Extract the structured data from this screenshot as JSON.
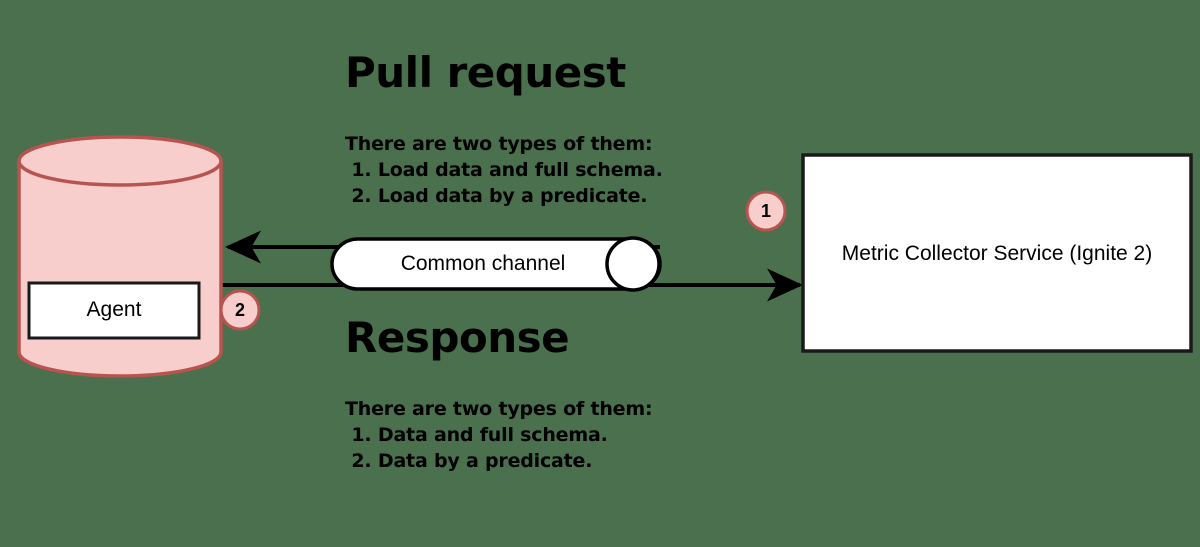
{
  "diagram": {
    "type": "architecture-sequence-diagram",
    "background_color": "#4a704d",
    "palette": {
      "node_fill_pink": "#f8cecc",
      "node_stroke_pink": "#b85450",
      "node_fill_white": "#ffffff",
      "node_stroke_black": "#1a1a1a",
      "text_color": "#000000"
    },
    "nodes": {
      "database": {
        "label": "Agent",
        "shape": "cylinder",
        "fill": "#f8cecc",
        "stroke": "#b85450"
      },
      "channel": {
        "label": "Common channel",
        "shape": "queue",
        "fill": "#ffffff",
        "stroke": "#1a1a1a"
      },
      "service": {
        "label": "Metric Collector Service (Ignite 2)",
        "shape": "rectangle",
        "fill": "#ffffff",
        "stroke": "#1a1a1a"
      }
    },
    "badges": [
      {
        "id": "badge-1",
        "label": "1"
      },
      {
        "id": "badge-2",
        "label": "2"
      }
    ],
    "annotations": {
      "pull_request": {
        "title": "Pull request",
        "intro": "There are two types of them:",
        "items": [
          " 1. Load data and full schema.",
          " 2. Load data by a predicate."
        ]
      },
      "response": {
        "title": "Response",
        "intro": "There are two types of them:",
        "items": [
          " 1. Data and full schema.",
          " 2. Data by a predicate."
        ]
      }
    },
    "flows": [
      {
        "id": "flow-request",
        "from": "database",
        "to": "service",
        "direction": "right",
        "badge": "1",
        "label": "Pull request"
      },
      {
        "id": "flow-response",
        "from": "service",
        "to": "database",
        "direction": "left",
        "badge": "2",
        "label": "Response"
      }
    ]
  }
}
